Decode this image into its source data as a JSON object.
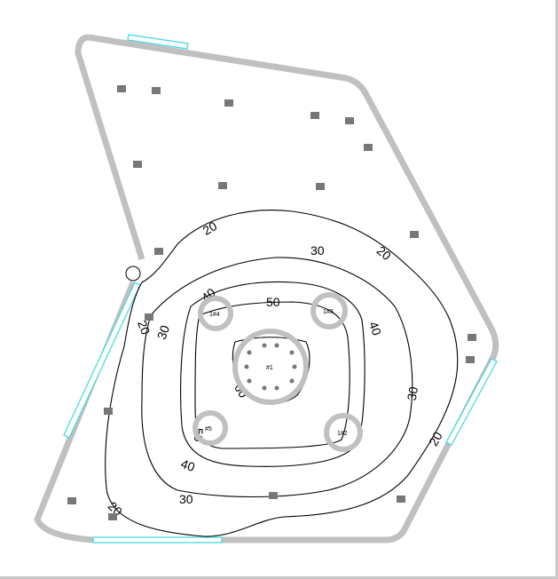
{
  "contour_labels": [
    "20",
    "30",
    "40",
    "50",
    "60"
  ],
  "ring_labels": [
    "1#4",
    "1#3",
    "#5",
    "1#2",
    "#1"
  ],
  "colors": {
    "wall": "#c0c0c0",
    "window": "#3fd6e0",
    "column": "#777777",
    "contour": "#000000"
  }
}
